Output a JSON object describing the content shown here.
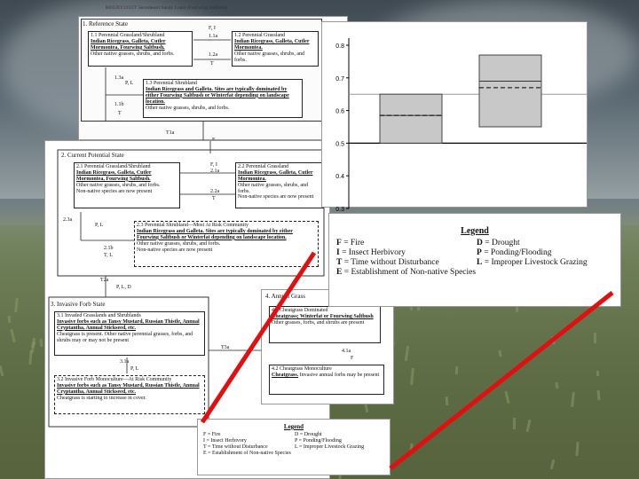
{
  "sheet_a": {
    "header": "R035XY215UT Semidesert Sandy Loam (Fourwing Saltbush)",
    "state_title": "1. Reference State",
    "c11": {
      "title": "1.1 Perennial Grassland/Shrubland",
      "species": "Indian Ricegrass, Galleta, Cutler Mormontea, Fourwing Saltbush.",
      "rest": "Other native grasses, shrubs, and forbs."
    },
    "c12": {
      "title": "1.2 Perennial Grassland",
      "species": "Indian Ricegrass, Galleta, Cutler Mormontea.",
      "rest": "Other native grasses, shrubs, and forbs."
    },
    "c13": {
      "title": "1.3 Perennial Shrubland",
      "species": "Indian Ricegrass and Galleta. Sites are typically dominated by either Fourwing Saltbush or Winterfat depending on landscape location.",
      "rest": "Other native grasses, shrubs, and forbs."
    },
    "arrows": [
      "F, I",
      "1.1a",
      "1.2a",
      "T",
      "1.1b",
      "T",
      "1.3a",
      "P, L",
      "T1a",
      "E"
    ]
  },
  "sheet_b": {
    "state2_title": "2. Current Potential State",
    "c21": {
      "title": "2.1 Perennial Grassland/Shrubland",
      "species": "Indian Ricegrass, Galleta, Cutler Mormontea, Fourwing Saltbush.",
      "rest": "Other native grasses, shrubs, and forbs.",
      "note": "Non-native species are now present"
    },
    "c22": {
      "title": "2.2 Perennial Grassland",
      "species": "Indian Ricegrass, Galleta, Cutler Mormontea.",
      "rest": "Other native grasses, shrubs, and forbs.",
      "note": "Non-native species are now present"
    },
    "c23": {
      "title": "2.3 Perennial Shrubland—Most At Risk Community",
      "species": "Indian Ricegrass and Galleta. Sites are typically dominated by either Fourwing Saltbush or Winterfat depending on landscape location.",
      "rest": "Other native grasses, shrubs, and forbs.",
      "note": "Non-native species are now present"
    },
    "arrows2": [
      "F, I",
      "2.1a",
      "2.2a",
      "T",
      "2.3a",
      "P, L",
      "2.1b",
      "T, L",
      "T2a",
      "P, L, D"
    ],
    "state3_title": "3. Invasive Forb State",
    "c31": {
      "title": "3.1 Invaded Grasslands and Shrublands",
      "species": "Invasive forbs such as Tansy Mustard, Russian Thistle, Annual Cryptantha, Annual Stickseed, etc.",
      "rest": "Cheatgrass is present. Other native perennial grasses, forbs, and shrubs may or may not be present"
    },
    "c32": {
      "title": "3.2 Invasive Forb Monoculture—At Risk Community",
      "species": "Invasive forbs such as Tansy Mustard, Russian Thistle, Annual Cryptantha, Annual Stickseed, etc.",
      "rest": "Cheatgrass is starting to increase in cover."
    },
    "arrows3": [
      "3.1a",
      "P, L",
      "T3a"
    ],
    "state4_title": "4. Annual Grass",
    "c41": {
      "title": "4.1 Cheatgrass Dominated",
      "species": "Cheatgrass; Winterfat or Fourwing Saltbush",
      "rest": "Other grasses, forbs, and shrubs are present"
    },
    "c42": {
      "title": "4.2 Cheatgrass Monoculture",
      "species": "Cheatgrass.",
      "rest": "Invasive annual forbs may be present"
    },
    "arrows4": [
      "4.1a",
      "F"
    ]
  },
  "legend_small": {
    "title": "Legend",
    "items": [
      "F = Fire",
      "D = Drought",
      "I = Insect Herbivory",
      "P = Ponding/Flooding",
      "T = Time without Disturbance",
      "L = Improper Livestock Grazing",
      "E = Establishment of Non-native Species"
    ]
  },
  "legend_large": {
    "title": "Legend",
    "items": [
      {
        "key": "F",
        "text": " = Fire"
      },
      {
        "key": "D",
        "text": " = Drought"
      },
      {
        "key": "I",
        "text": " = Insect Herbivory"
      },
      {
        "key": "P",
        "text": " = Ponding/Flooding"
      },
      {
        "key": "T",
        "text": " = Time without Disturbance"
      },
      {
        "key": "L",
        "text": " = Improper Livestock Grazing"
      },
      {
        "key": "E",
        "text": " = Establishment of Non-native Species"
      }
    ]
  },
  "chart_data": {
    "type": "box",
    "ylim": [
      0.3,
      0.8
    ],
    "yticks": [
      "0.8",
      "0.7",
      "0.6",
      "0.5",
      "0.4",
      "0.3"
    ],
    "reference_lines": [
      0.65,
      0.5
    ],
    "boxes": [
      {
        "q1": 0.5,
        "q3": 0.65,
        "median": 0.585,
        "mean": 0.585,
        "fill": "#c8c8c8"
      },
      {
        "q1": 0.55,
        "q3": 0.77,
        "median": 0.69,
        "mean": 0.67,
        "fill": "#c8c8c8"
      }
    ]
  },
  "colors": {
    "connector": "#e10f0f"
  }
}
